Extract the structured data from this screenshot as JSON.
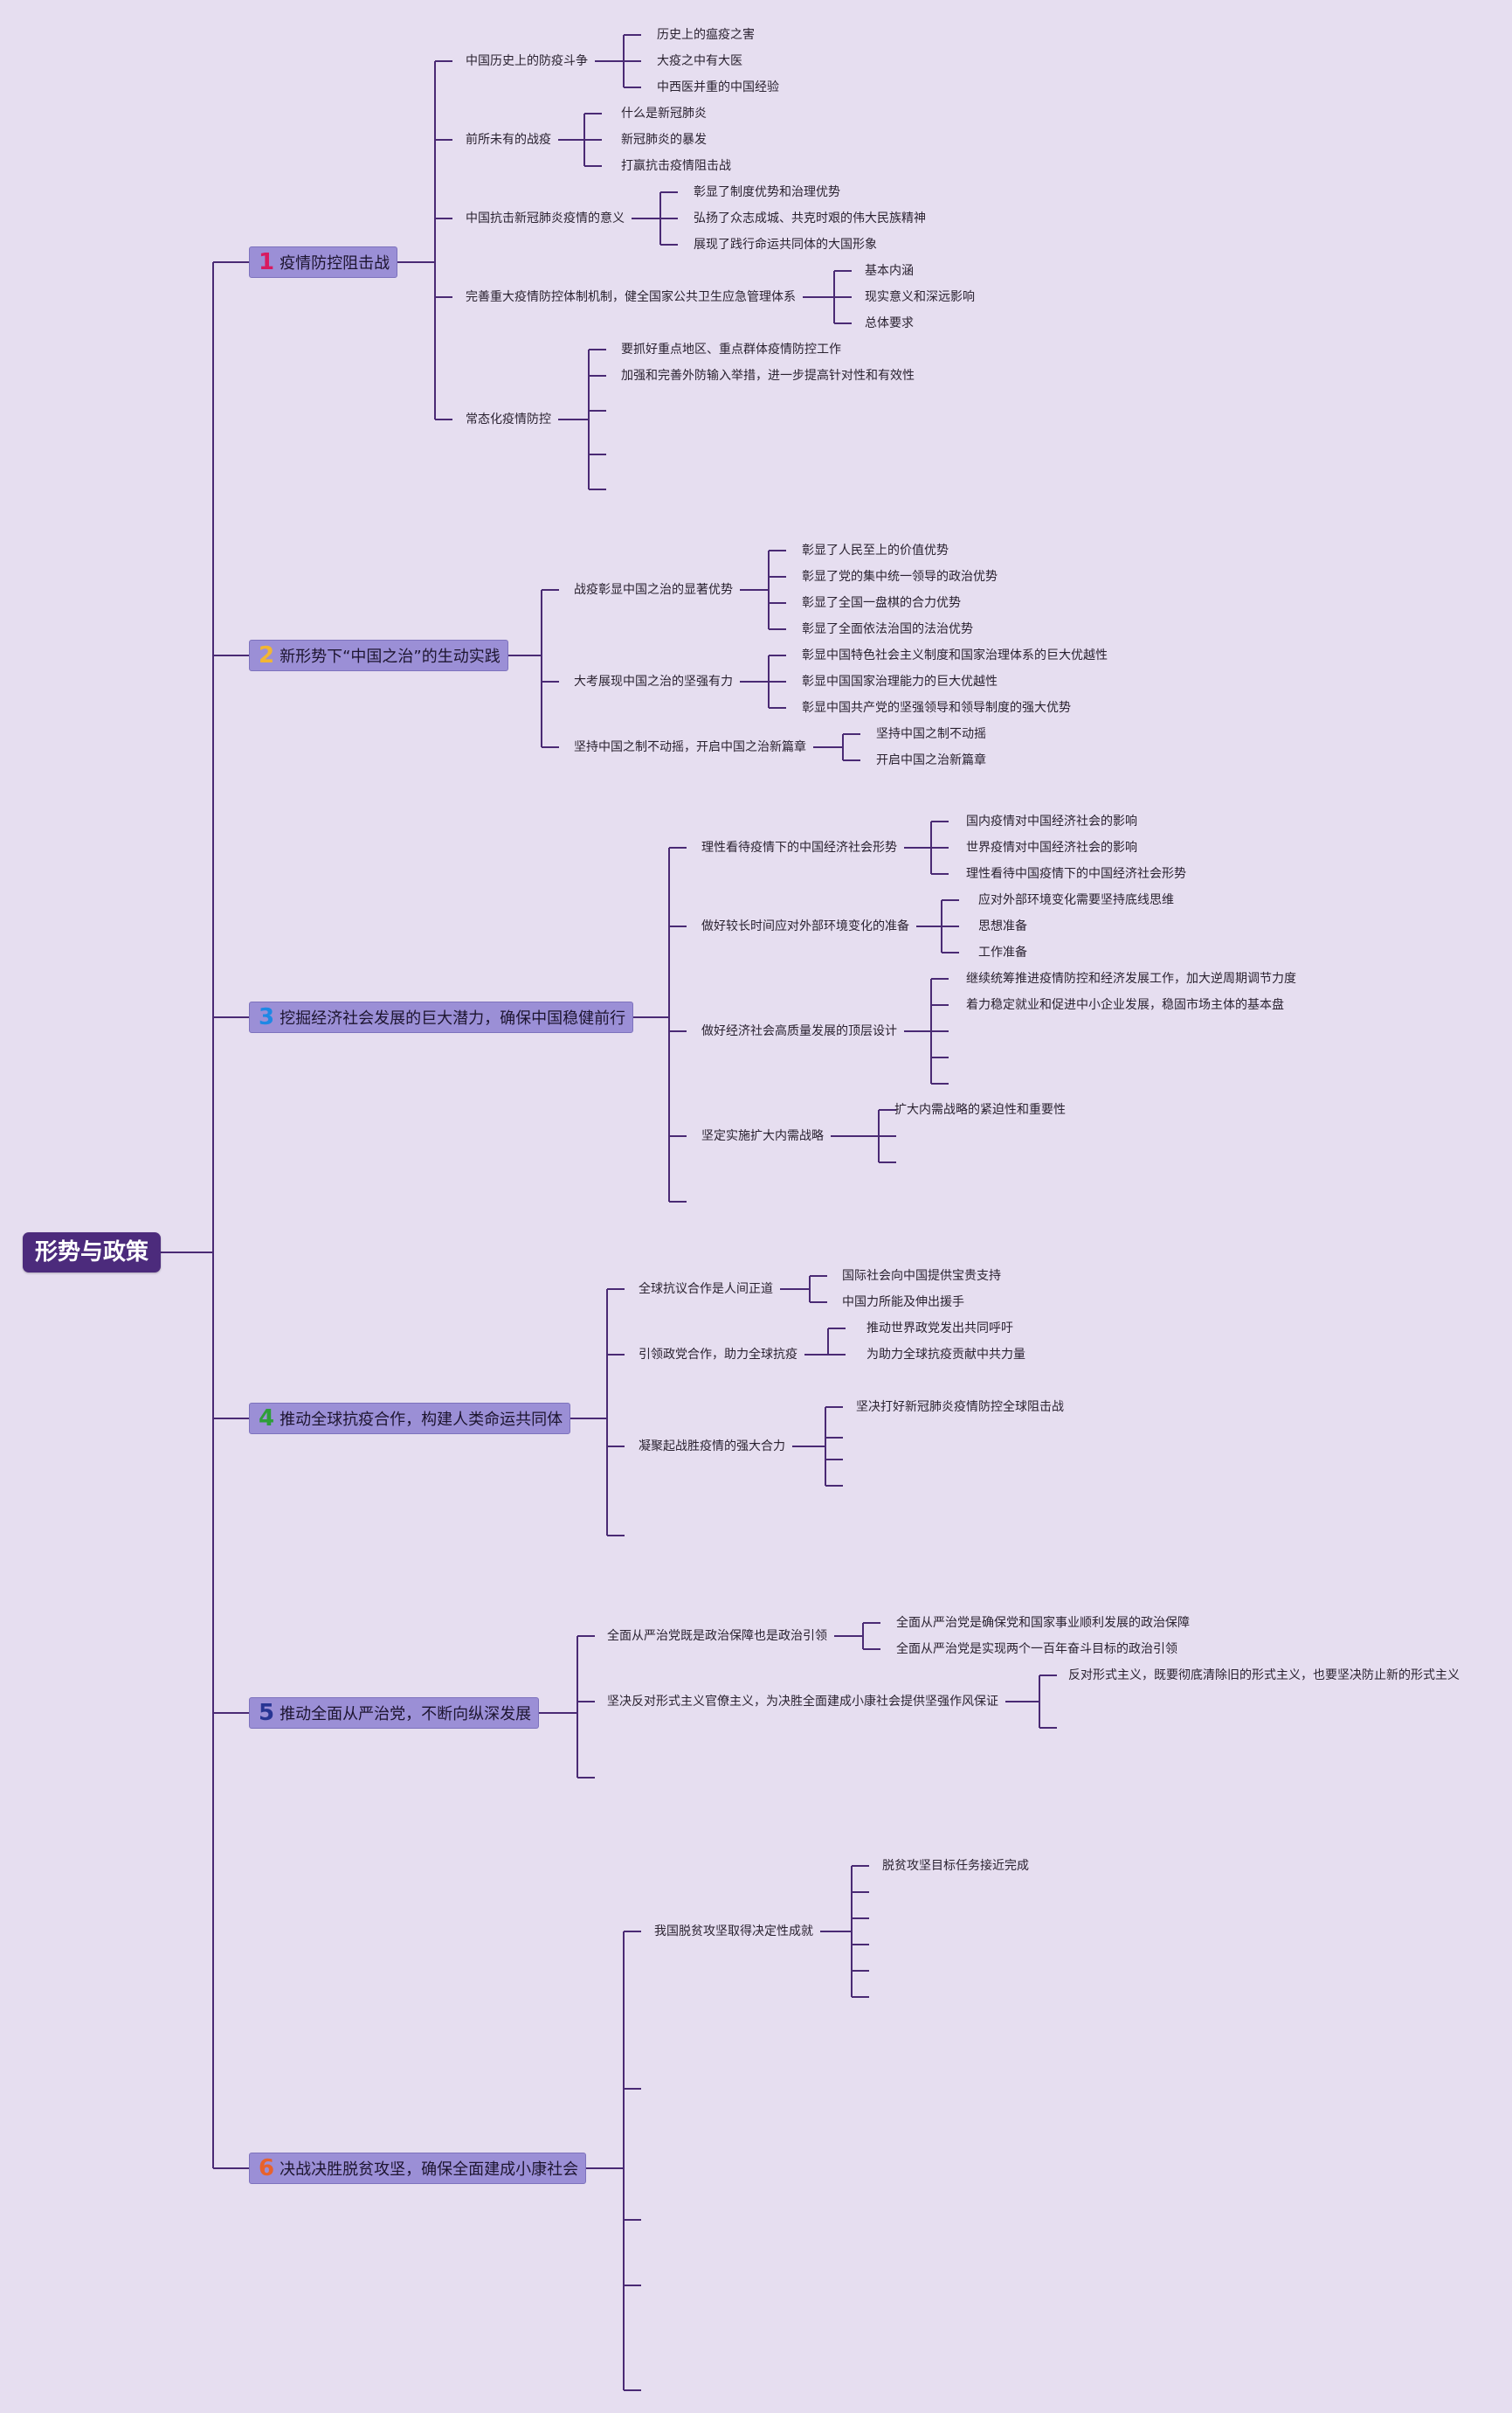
{
  "root": "形势与政策",
  "colors": {
    "background": "#e6def0",
    "line": "#4a2a74",
    "root_bg": "#4c2b7c",
    "section_bg": "#9b8fd6"
  },
  "sections": [
    {
      "num": "1",
      "num_color": "#d81b60",
      "label": "疫情防控阻击战",
      "topics": [
        {
          "label": "中国历史上的防疫斗争",
          "items": [
            "历史上的瘟疫之害",
            "大疫之中有大医",
            "中西医并重的中国经验"
          ]
        },
        {
          "label": "前所未有的战疫",
          "items": [
            "什么是新冠肺炎",
            "新冠肺炎的暴发",
            "打赢抗击疫情阻击战"
          ]
        },
        {
          "label": "中国抗击新冠肺炎疫情的意义",
          "items": [
            "彰显了制度优势和治理优势",
            "弘扬了众志成城、共克时艰的伟大民族精神",
            "展现了践行命运共同体的大国形象"
          ]
        },
        {
          "label": "完善重大疫情防控体制机制，健全国家公共卫生应急管理体系",
          "items": [
            "基本内涵",
            "现实意义和深远影响",
            "总体要求"
          ]
        },
        {
          "label": "常态化疫情防控",
          "items": [
            "要抓好重点地区、重点群体疫情防控工作",
            "加强和完善外防输入举措，进一步提高针对性和有效性",
            "",
            "",
            ""
          ]
        }
      ]
    },
    {
      "num": "2",
      "num_color": "#f2b632",
      "label": "新形势下“中国之治”的生动实践",
      "topics": [
        {
          "label": "战疫彰显中国之治的显著优势",
          "items": [
            "彰显了人民至上的价值优势",
            "彰显了党的集中统一领导的政治优势",
            "彰显了全国一盘棋的合力优势",
            "彰显了全面依法治国的法治优势"
          ]
        },
        {
          "label": "大考展现中国之治的坚强有力",
          "items": [
            "彰显中国特色社会主义制度和国家治理体系的巨大优越性",
            "彰显中国国家治理能力的巨大优越性",
            "彰显中国共产党的坚强领导和领导制度的强大优势"
          ]
        },
        {
          "label": "坚持中国之制不动摇，开启中国之治新篇章",
          "items": [
            "坚持中国之制不动摇",
            "开启中国之治新篇章"
          ]
        }
      ]
    },
    {
      "num": "3",
      "num_color": "#1e88e5",
      "label": "挖掘经济社会发展的巨大潜力，确保中国稳健前行",
      "topics": [
        {
          "label": "理性看待疫情下的中国经济社会形势",
          "items": [
            "国内疫情对中国经济社会的影响",
            "世界疫情对中国经济社会的影响",
            "理性看待中国疫情下的中国经济社会形势"
          ]
        },
        {
          "label": "做好较长时间应对外部环境变化的准备",
          "items": [
            "应对外部环境变化需要坚持底线思维",
            "思想准备",
            "工作准备"
          ]
        },
        {
          "label": "做好经济社会高质量发展的顶层设计",
          "items": [
            "继续统筹推进疫情防控和经济发展工作，加大逆周期调节力度",
            "着力稳定就业和促进中小企业发展，稳固市场主体的基本盘",
            "",
            "",
            ""
          ]
        },
        {
          "label": "坚定实施扩大内需战略",
          "items": [
            "扩大内需战略的紧迫性和重要性",
            "",
            ""
          ]
        },
        {
          "label": "",
          "items": []
        }
      ]
    },
    {
      "num": "4",
      "num_color": "#2e9e3a",
      "label": "推动全球抗疫合作，构建人类命运共同体",
      "topics": [
        {
          "label": "全球抗议合作是人间正道",
          "items": [
            "国际社会向中国提供宝贵支持",
            "中国力所能及伸出援手"
          ]
        },
        {
          "label": "引领政党合作，助力全球抗疫",
          "items": [
            "推动世界政党发出共同呼吁",
            "为助力全球抗疫贡献中共力量"
          ]
        },
        {
          "label": "凝聚起战胜疫情的强大合力",
          "items": [
            "坚决打好新冠肺炎疫情防控全球阻击战",
            "",
            "",
            ""
          ]
        },
        {
          "label": "",
          "items": []
        }
      ]
    },
    {
      "num": "5",
      "num_color": "#283593",
      "label": "推动全面从严治党，不断向纵深发展",
      "topics": [
        {
          "label": "全面从严治党既是政治保障也是政治引领",
          "items": [
            "全面从严治党是确保党和国家事业顺利发展的政治保障",
            "全面从严治党是实现两个一百年奋斗目标的政治引领"
          ]
        },
        {
          "label": "坚决反对形式主义官僚主义，为决胜全面建成小康社会提供坚强作风保证",
          "items": [
            "反对形式主义，既要彻底清除旧的形式主义，也要坚决防止新的形式主义",
            ""
          ]
        },
        {
          "label": "",
          "items": []
        }
      ]
    },
    {
      "num": "6",
      "num_color": "#e8622c",
      "label": "决战决胜脱贫攻坚，确保全面建成小康社会",
      "topics": [
        {
          "label": "我国脱贫攻坚取得决定性成就",
          "items": [
            "脱贫攻坚目标任务接近完成",
            "",
            "",
            "",
            "",
            ""
          ]
        },
        {
          "label": "",
          "items": []
        },
        {
          "label": "",
          "items": []
        },
        {
          "label": "",
          "items": []
        },
        {
          "label": "",
          "items": []
        }
      ]
    }
  ]
}
